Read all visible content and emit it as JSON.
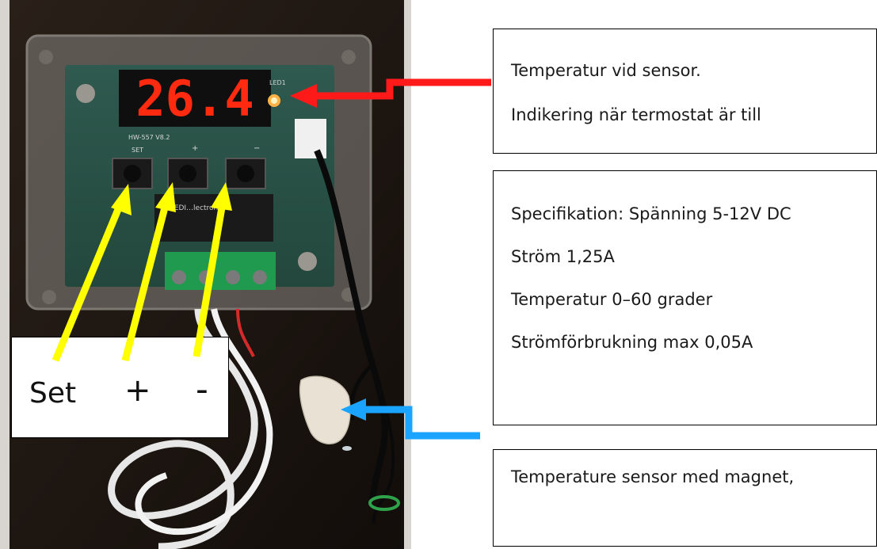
{
  "display": {
    "reading": "26.4"
  },
  "board": {
    "model": "HW-557 V8.2",
    "set_label": "SET",
    "plus_label": "+",
    "minus_label": "−",
    "led_label": "LED1",
    "brand": "MEDI…lectronic"
  },
  "legend": {
    "set": "Set",
    "plus": "+",
    "minus": "-"
  },
  "callouts": {
    "top": {
      "line1": "Temperatur vid sensor.",
      "line2": "Indikering när termostat är till"
    },
    "spec": {
      "line1": "Specifikation: Spänning 5-12V DC",
      "line2": "Ström 1,25A",
      "line3": "Temperatur 0–60 grader",
      "line4": "Strömförbrukning max 0,05A"
    },
    "sensor": {
      "line1": "Temperature sensor med magnet,"
    }
  },
  "colors": {
    "red_arrow": "#ff1a1a",
    "yellow_arrow": "#ffff00",
    "blue_arrow": "#1aa3ff",
    "display_red": "#ff2a10"
  }
}
